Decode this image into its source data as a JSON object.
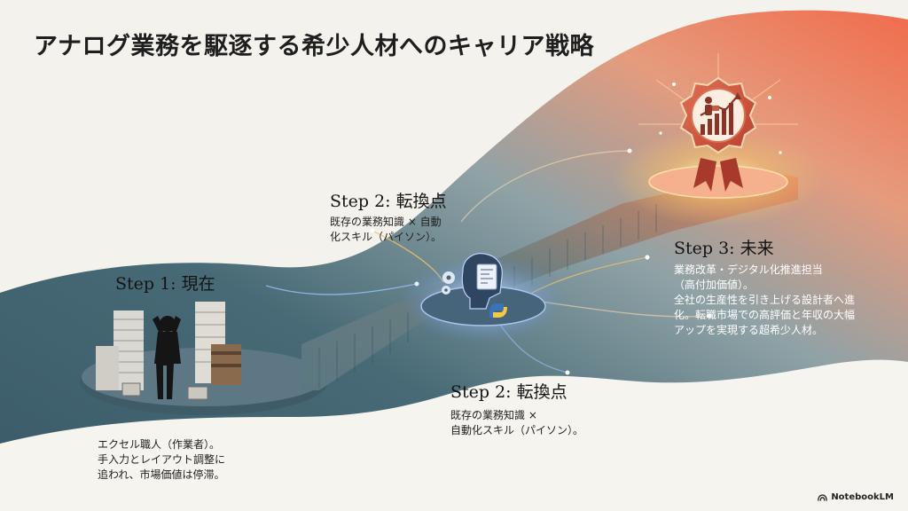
{
  "title": "アナログ業務を駆逐する希少人材へのキャリア戦略",
  "step1": {
    "title": "Step 1: 現在",
    "description": [
      "エクセル職人（作業者）。",
      "手入力とレイアウト調整に",
      "追われ、市場価値は停滞。"
    ]
  },
  "step2_top": {
    "title": "Step 2: 転換点",
    "description": [
      "既存の業務知識 × 自動",
      "化スキル（パイソン）。"
    ]
  },
  "step2_bottom": {
    "title": "Step 2: 転換点",
    "description": [
      "既存の業務知識 ×",
      "自動化スキル（パイソン）。"
    ]
  },
  "step3": {
    "title": "Step 3: 未来",
    "description": [
      "業務改革・デジタル化推進担当",
      "（高付加価値）。",
      "全社の生産性を引き上げる設計者へ進",
      "化。転職市場での高評価と年収の大幅",
      "アップを実現する超希少人材。"
    ]
  },
  "brand": "NotebookLM",
  "colors": {
    "teal_dark": "#3b5c6a",
    "accent_orange": "#f07b55",
    "badge_red": "#c9503a",
    "gold": "#f3c46a",
    "python_blue": "#3b73b8",
    "python_yellow": "#f6c945"
  },
  "icons": [
    "gear-icon",
    "brain-head-icon",
    "python-logo-icon",
    "code-document-icon",
    "award-badge-icon",
    "growth-chart-icon",
    "person-reading-icon",
    "calculator-icon",
    "paper-stack-icon",
    "stressed-person-icon"
  ]
}
